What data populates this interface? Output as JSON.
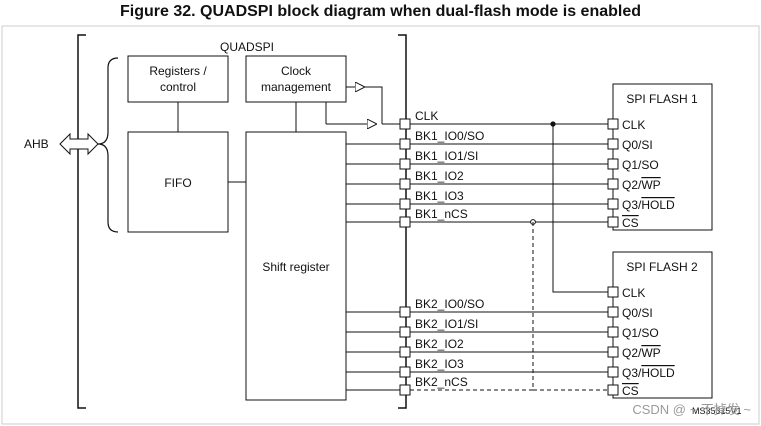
{
  "title": "Figure 32. QUADSPI block diagram when dual-flash mode is enabled",
  "quadspi": {
    "label": "QUADSPI",
    "registers_line1": "Registers /",
    "registers_line2": "control",
    "clock_line1": "Clock",
    "clock_line2": "management",
    "fifo": "FIFO",
    "shift": "Shift register",
    "ahb": "AHB",
    "bk1_signals": [
      "CLK",
      "BK1_IO0/SO",
      "BK1_IO1/SI",
      "BK1_IO2",
      "BK1_IO3",
      "BK1_nCS"
    ],
    "bk2_signals": [
      "BK2_IO0/SO",
      "BK2_IO1/SI",
      "BK2_IO2",
      "BK2_IO3",
      "BK2_nCS"
    ]
  },
  "flash1": {
    "title": "SPI FLASH 1",
    "pins": [
      "CLK",
      "Q0/SI",
      "Q1/SO",
      "Q2/",
      "Q3/",
      "CS"
    ],
    "overbar_suffix": [
      "",
      "",
      "",
      "WP",
      "HOLD",
      ""
    ]
  },
  "flash2": {
    "title": "SPI FLASH 2",
    "pins": [
      "CLK",
      "Q0/SI",
      "Q1/SO",
      "Q2/",
      "Q3/",
      "CS"
    ],
    "overbar_suffix": [
      "",
      "",
      "",
      "WP",
      "HOLD",
      ""
    ]
  },
  "ref": "MS35315V1",
  "watermark": "CSDN @ ~ 不掉发 ~"
}
